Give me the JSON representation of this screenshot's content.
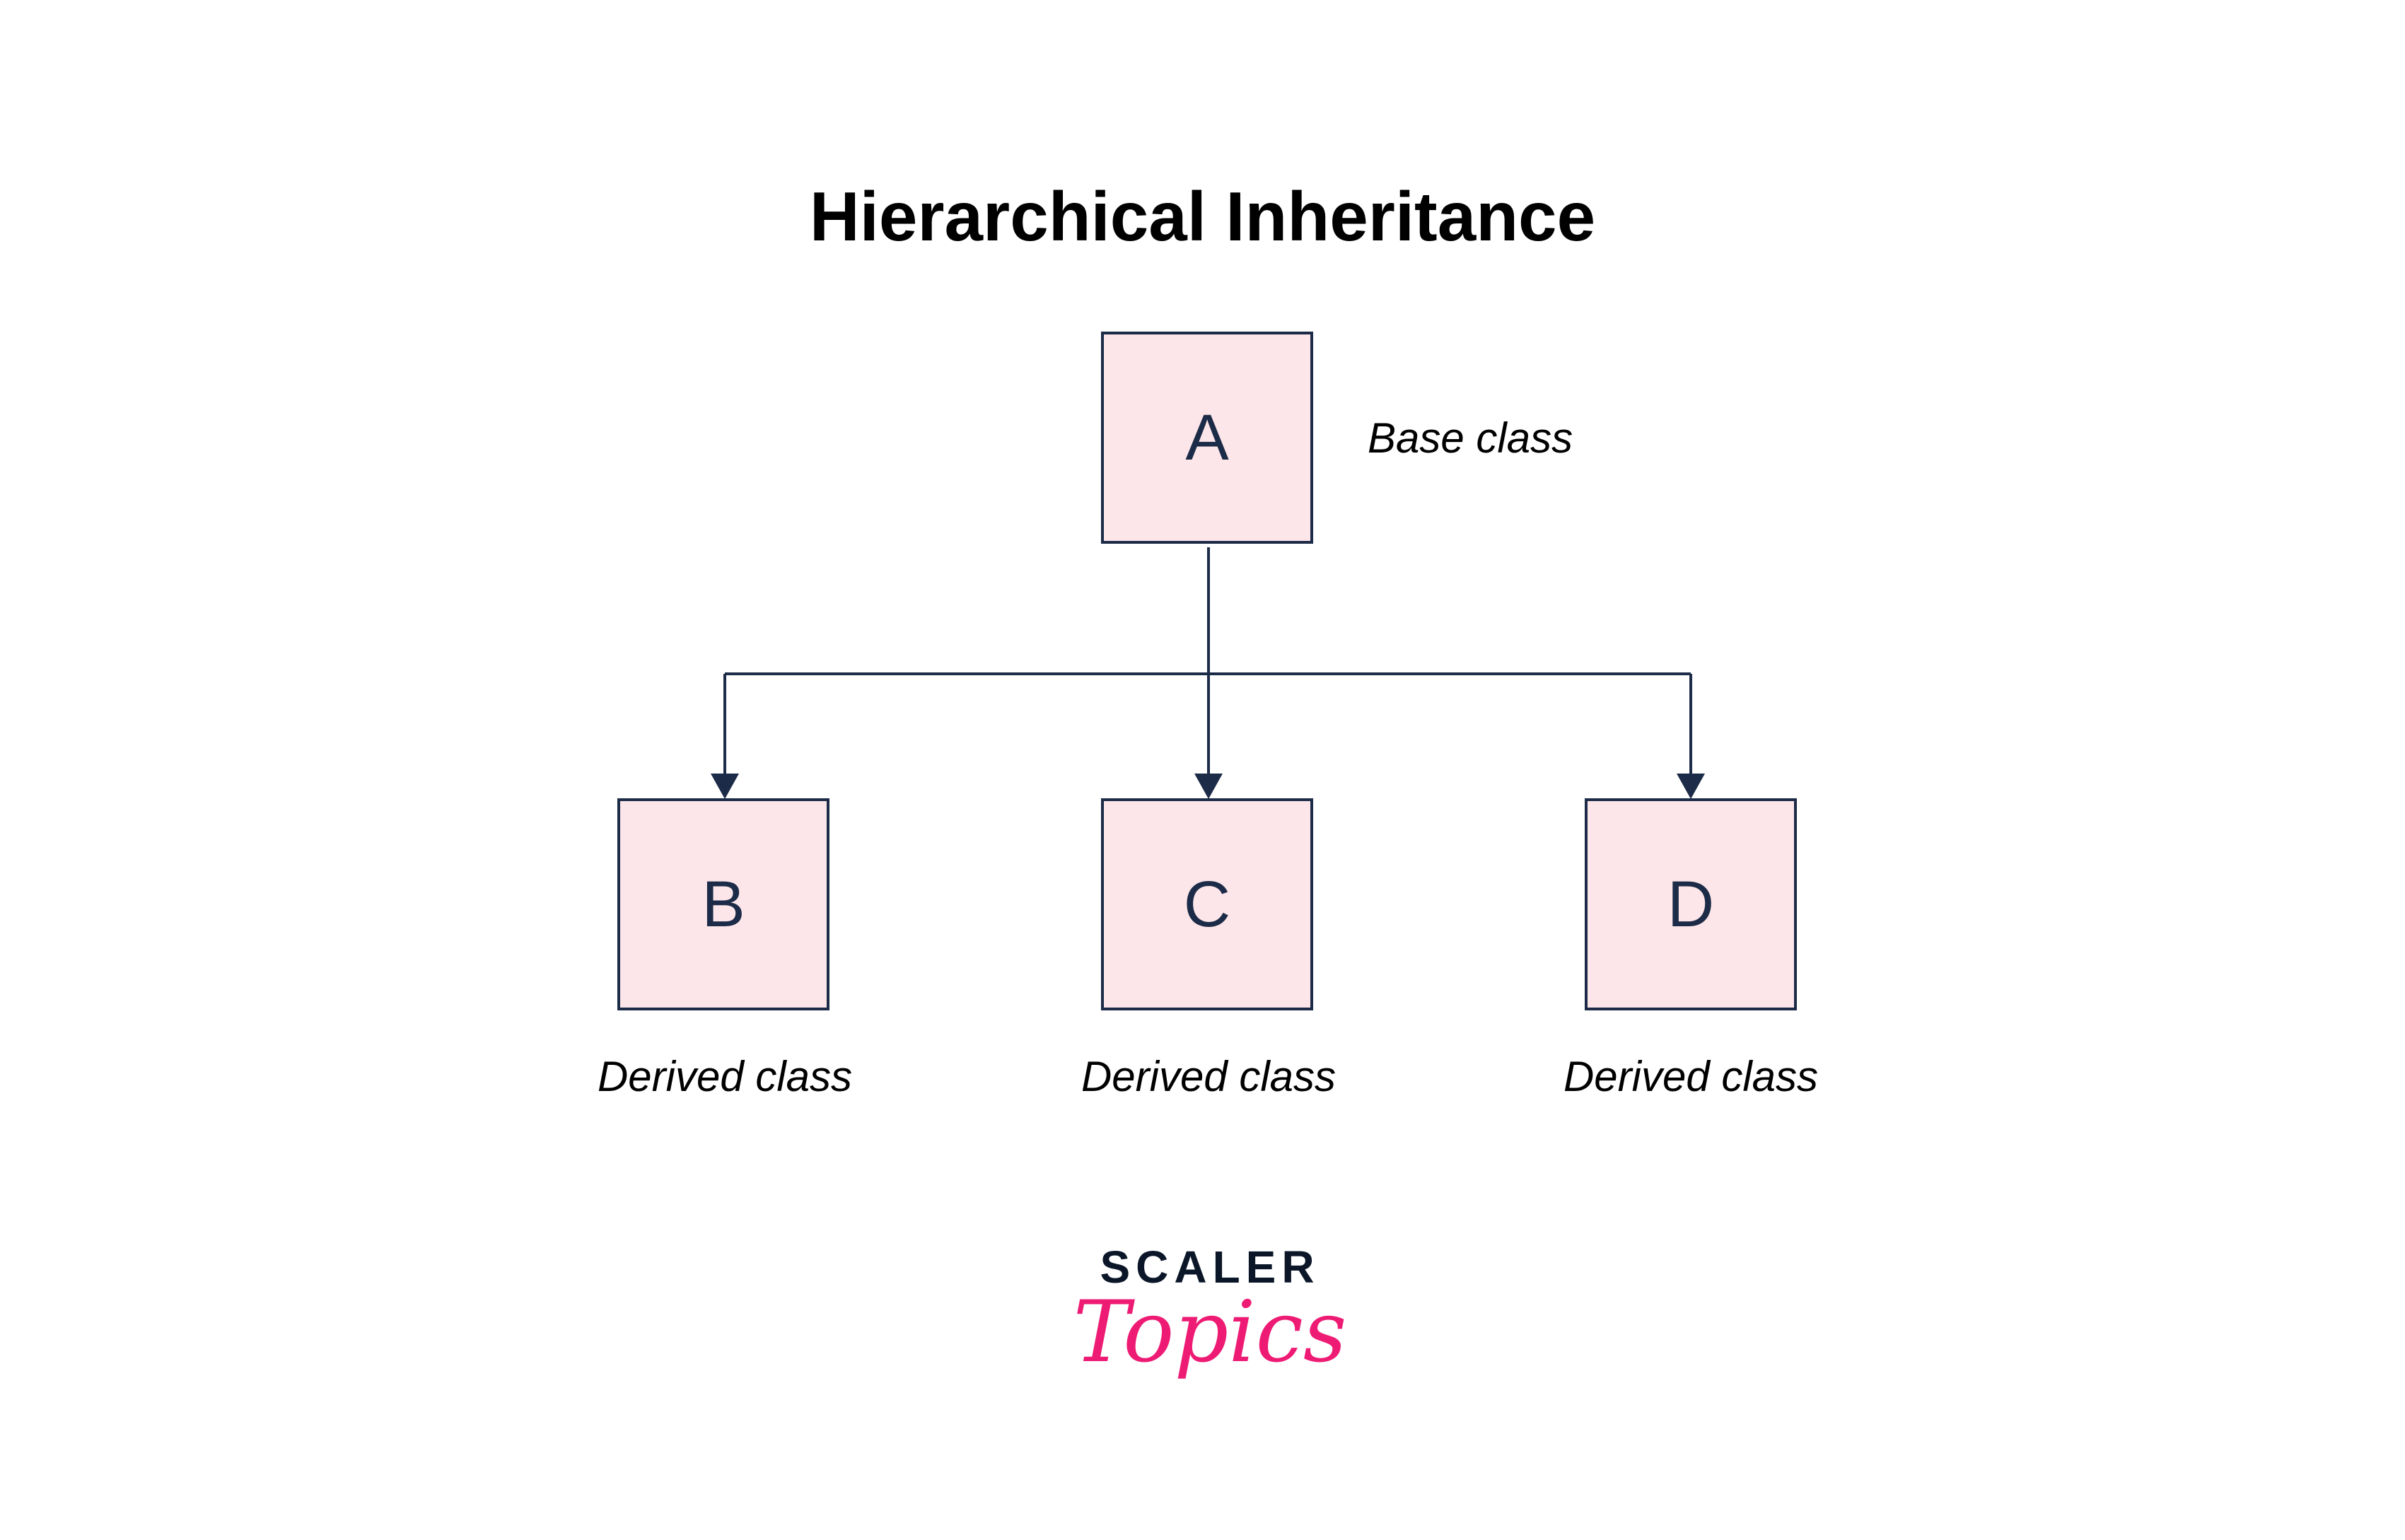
{
  "title": "Hierarchical Inheritance",
  "nodes": {
    "a": {
      "letter": "A",
      "label": "Base class"
    },
    "b": {
      "letter": "B",
      "label": "Derived class"
    },
    "c": {
      "letter": "C",
      "label": "Derived class"
    },
    "d": {
      "letter": "D",
      "label": "Derived class"
    }
  },
  "logo": {
    "top": "SCALER",
    "bottom": "Topics"
  },
  "colors": {
    "box_fill": "#fde6e9",
    "stroke": "#1c2b47",
    "logo_pink": "#ee1b74",
    "logo_dark": "#0b1729"
  }
}
